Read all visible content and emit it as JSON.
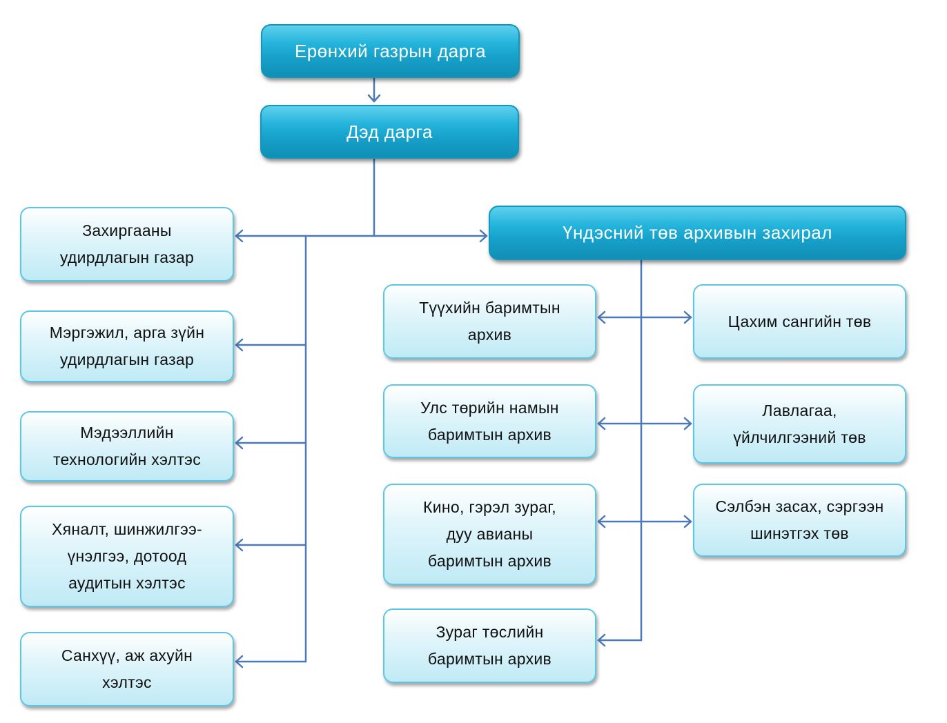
{
  "nodes": {
    "director_general": "Ерөнхий газрын дарга",
    "deputy_director": "Дэд дарга",
    "admin_dept": "Захиргааны\nудирдлагын газар",
    "methodology_dept": "Мэргэжил, арга зүйн\nудирдлагын газар",
    "it_division": "Мэдээллийн\nтехнологийн  хэлтэс",
    "audit_division": "Хяналт, шинжилгээ-\nүнэлгээ, дотоод\nаудитын хэлтэс",
    "finance_division": "Санхүү, аж ахуйн\nхэлтэс",
    "national_archive": "Үндэсний төв архивын захирал",
    "historical_archive": "Түүхийн баримтын\nархив",
    "party_archive": "Улс төрийн намын\nбаримтын архив",
    "film_archive": "Кино, гэрэл зураг,\nдуу авианы\nбаримтын архив",
    "design_archive": "Зураг төслийн\nбаримтын архив",
    "digital_center": "Цахим сангийн төв",
    "reference_center": "Лавлагаа,\nүйлчилгээний төв",
    "restoration_center": "Сэлбэн засах, сэргээн\nшинэтгэх төв"
  },
  "colors": {
    "connector": "#4a79b8",
    "header_box": "#1aa6cf",
    "unit_box_border": "#5ac7e6",
    "unit_box_fill": "#d6f1f9"
  }
}
